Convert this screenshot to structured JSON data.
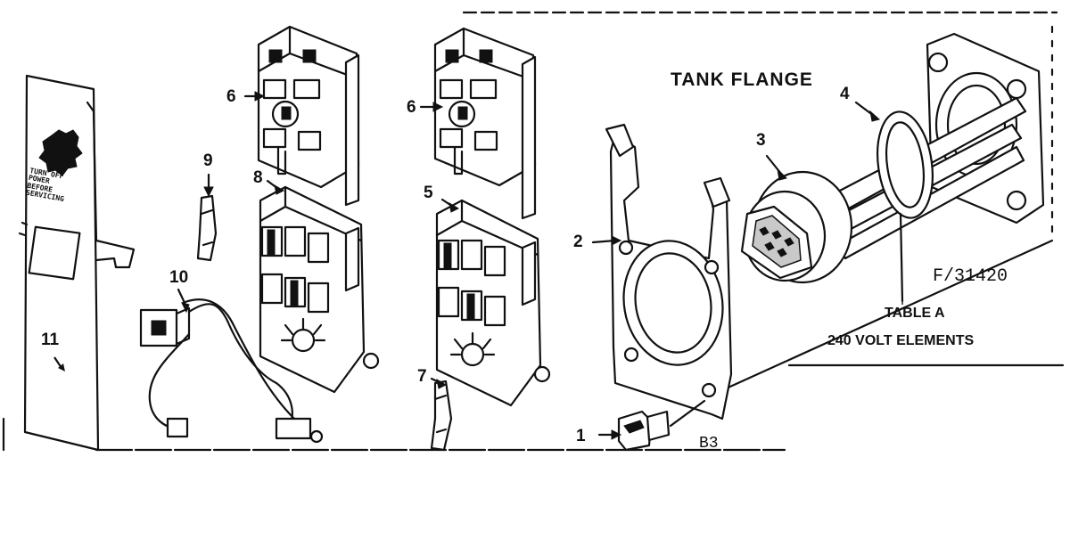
{
  "diagram": {
    "heading": "TANK FLANGE",
    "drawing_code": "F/31420",
    "section_code": "B3",
    "table_title": "TABLE A",
    "table_subtitle": "240 VOLT ELEMENTS",
    "cover_text": [
      "TURN OFF",
      "POWER",
      "BEFORE",
      "SERVICING"
    ]
  },
  "callouts": [
    {
      "number": "1",
      "part": "screw"
    },
    {
      "number": "2",
      "part": "element-gasket-bracket"
    },
    {
      "number": "3",
      "part": "heating-element"
    },
    {
      "number": "4",
      "part": "gasket"
    },
    {
      "number": "5",
      "part": "thermostat"
    },
    {
      "number": "6",
      "part": "high-limit-switch"
    },
    {
      "number": "6",
      "part": "high-limit-switch"
    },
    {
      "number": "7",
      "part": "clip"
    },
    {
      "number": "8",
      "part": "thermostat"
    },
    {
      "number": "9",
      "part": "clip"
    },
    {
      "number": "10",
      "part": "wire-harness"
    },
    {
      "number": "11",
      "part": "access-cover"
    }
  ],
  "colors": {
    "ink": "#111111",
    "paper": "#ffffff"
  }
}
